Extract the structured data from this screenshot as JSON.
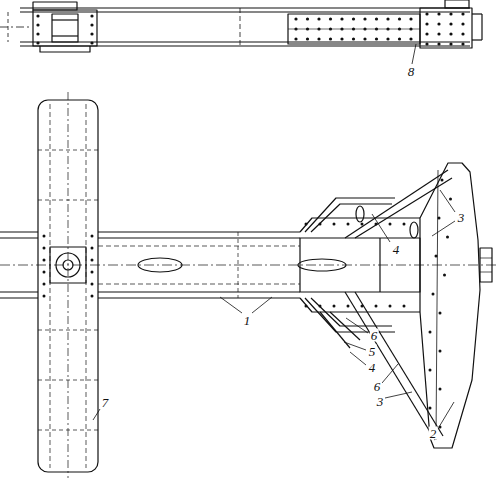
{
  "diagram": {
    "labels": [
      "8",
      "3",
      "4",
      "1",
      "6",
      "5",
      "4",
      "6",
      "3",
      "2",
      "7"
    ]
  }
}
